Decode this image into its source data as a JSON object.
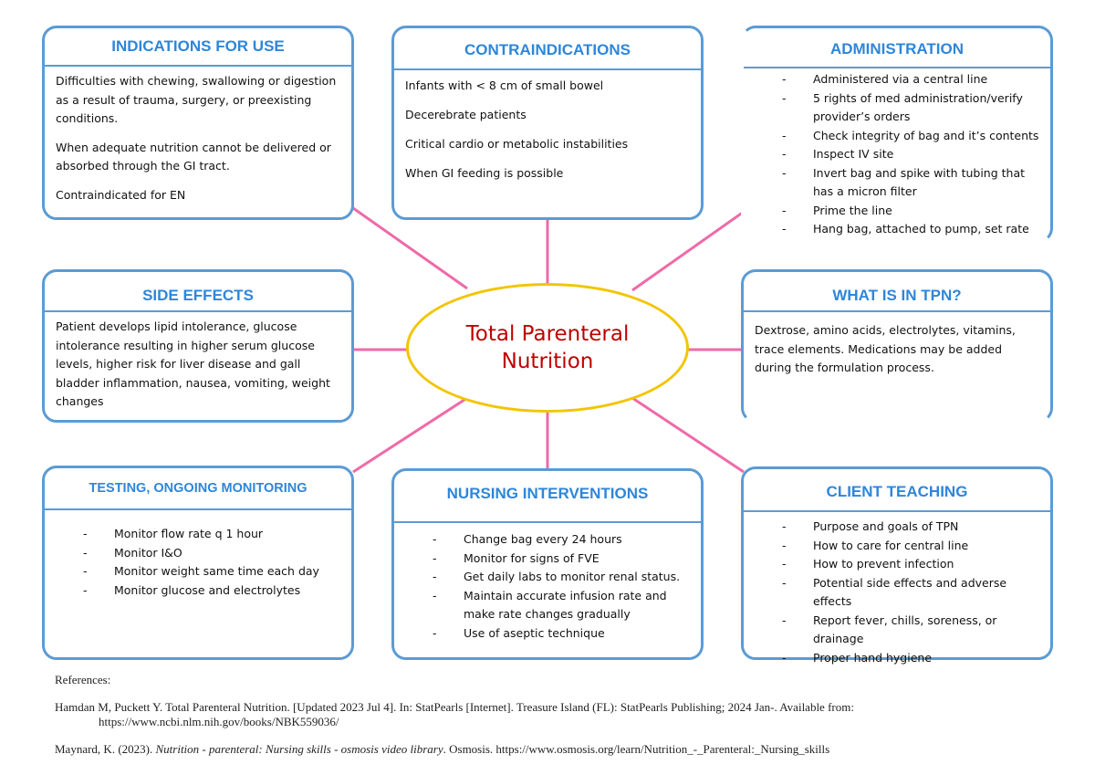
{
  "center": {
    "line1": "Total Parenteral",
    "line2": "Nutrition"
  },
  "colors": {
    "box_border": "#5b9bd5",
    "heading": "#2e86d9",
    "connector": "#ef6aa8",
    "ellipse_border": "#f2c500",
    "center_text": "#c00000"
  },
  "indications": {
    "title": "INDICATIONS FOR USE",
    "paragraphs": [
      "Difficulties with chewing, swallowing or digestion as a result of trauma, surgery, or preexisting conditions.",
      "When adequate nutrition cannot be delivered or absorbed through the GI tract.",
      "Contraindicated for EN"
    ]
  },
  "contraindications": {
    "title": "CONTRAINDICATIONS",
    "paragraphs": [
      "Infants with < 8 cm of small bowel",
      "Decerebrate patients",
      "Critical cardio or metabolic instabilities",
      "When GI feeding is possible"
    ]
  },
  "administration": {
    "title": "ADMINISTRATION",
    "items": [
      "Administered via a central line",
      "5 rights of med administration/verify provider’s orders",
      "Check integrity of bag and it’s contents",
      "Inspect IV site",
      "Invert bag and spike with tubing that has a micron filter",
      "Prime the line",
      "Hang bag, attached to pump, set rate"
    ]
  },
  "side_effects": {
    "title": "SIDE EFFECTS",
    "text": "Patient develops lipid intolerance, glucose intolerance resulting in higher serum glucose levels, higher risk for liver disease and gall bladder inflammation, nausea, vomiting, weight changes"
  },
  "what_is_in": {
    "title": "WHAT IS IN TPN?",
    "text": "Dextrose, amino acids, electrolytes, vitamins, trace elements. Medications may be added during the formulation process."
  },
  "testing": {
    "title": "TESTING, ONGOING MONITORING",
    "items": [
      "Monitor flow rate q 1 hour",
      "Monitor I&O",
      "Monitor weight same time each day",
      "Monitor glucose and electrolytes"
    ]
  },
  "nursing": {
    "title": "NURSING INTERVENTIONS",
    "items": [
      "Change bag every 24 hours",
      "Monitor for signs of FVE",
      "Get daily labs to monitor renal status.",
      "Maintain accurate infusion rate and make rate changes gradually",
      "Use of aseptic technique"
    ]
  },
  "teaching": {
    "title": "CLIENT TEACHING",
    "items": [
      "Purpose and goals of TPN",
      "How to care for central line",
      "How to prevent infection",
      "Potential side effects and adverse effects",
      "Report fever, chills, soreness, or drainage",
      "Proper hand hygiene"
    ]
  },
  "references": {
    "heading": "References:",
    "ref1": "Hamdan M, Puckett Y. Total Parenteral Nutrition. [Updated 2023 Jul 4]. In: StatPearls [Internet]. Treasure Island (FL): StatPearls Publishing; 2024 Jan-. Available from: https://www.ncbi.nlm.nih.gov/books/NBK559036/",
    "ref2_pre": "Maynard, K. (2023). ",
    "ref2_title": "Nutrition - parenteral: Nursing skills - osmosis video library",
    "ref2_post": ". Osmosis. https://www.osmosis.org/learn/Nutrition_-_Parenteral:_Nursing_skills"
  }
}
